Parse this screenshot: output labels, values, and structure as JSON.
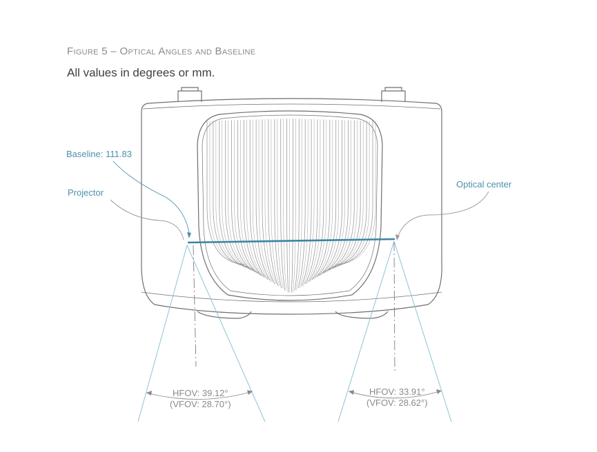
{
  "figure": {
    "caption": "Figure 5 – Optical Angles and Baseline",
    "note": "All values in degrees or mm."
  },
  "labels": {
    "baseline": "Baseline: 111.83",
    "projector": "Projector",
    "optical_center": "Optical center"
  },
  "fov_left": {
    "hfov": "HFOV: 39.12°",
    "vfov": "(VFOV: 28.70°)"
  },
  "fov_right": {
    "hfov": "HFOV: 33.91°",
    "vfov": "(VFOV: 28.62°)"
  },
  "colors": {
    "accent": "#4b91ad",
    "baseline": "#3a85a3",
    "fov_ray": "#8cc2d6",
    "outline": "#6e6e6e",
    "grille": "#9a9a9a",
    "caption": "#8a8a8a",
    "text": "#404040"
  }
}
